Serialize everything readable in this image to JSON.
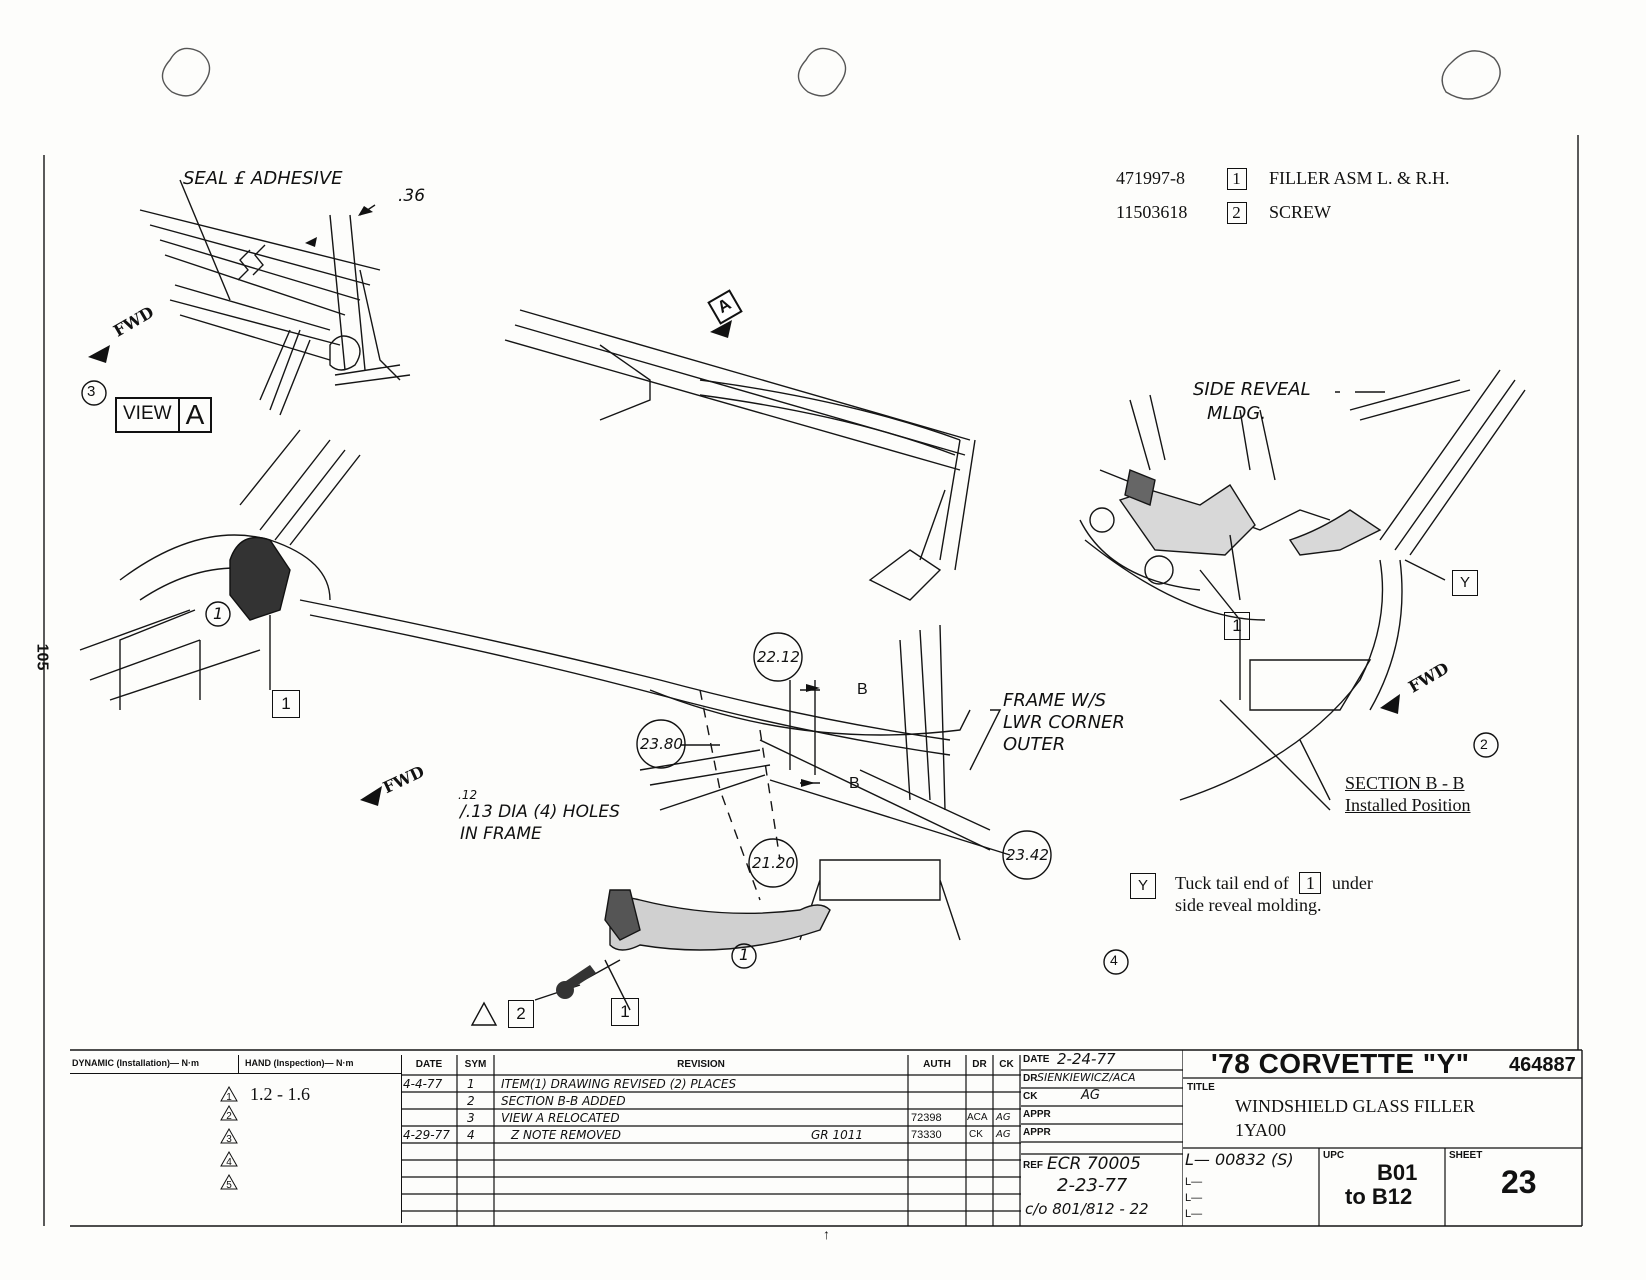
{
  "page_number": "105",
  "parts_list": [
    {
      "part_no": "471997-8",
      "item": "1",
      "description": "FILLER ASM L. & R.H."
    },
    {
      "part_no": "11503618",
      "item": "2",
      "description": "SCREW"
    }
  ],
  "callouts": {
    "seal_adhesive": "SEAL £ ADHESIVE",
    "dim_36": ".36",
    "fwd": "FWD",
    "view": "VIEW",
    "view_letter": "A",
    "circle_3": "3",
    "circle_1": "1",
    "circle_2": "2",
    "circle_4": "4",
    "box_1": "1",
    "box_2": "2",
    "box_y": "Y",
    "arrow_a": "A",
    "b": "B",
    "side_reveal": "SIDE  REVEAL",
    "mldg": "MLDG.",
    "frame_line1": "FRAME  W/S",
    "frame_line2": "LWR CORNER",
    "frame_line3": "OUTER",
    "holes_frac_top": ".12",
    "holes_line1": "/.13 DIA (4) HOLES",
    "holes_line2": "IN FRAME",
    "dim_2212": "22.12",
    "dim_2380": "23.80",
    "dim_2120": "21.20",
    "dim_2342": "23.42",
    "section_title": "SECTION  B - B",
    "section_sub": "Installed Position",
    "tuck_line1": "Tuck tail end of",
    "tuck_line1b": "under",
    "tuck_line2": "side reveal molding."
  },
  "torque": {
    "dynamic_header": "DYNAMIC (Installation)— N·m",
    "hand_header": "HAND (Inspection)— N·m",
    "symbols": [
      "1",
      "2",
      "3",
      "4",
      "5"
    ],
    "value_1": "1.2 - 1.6"
  },
  "revision_table": {
    "headers": [
      "DATE",
      "SYM",
      "REVISION",
      "AUTH",
      "DR",
      "CK"
    ],
    "rows": [
      {
        "date": "4-4-77",
        "sym": "1",
        "revision": "ITEM(1) DRAWING REVISED (2) PLACES",
        "gr": "",
        "auth": "",
        "dr": "",
        "ck": ""
      },
      {
        "date": "",
        "sym": "2",
        "revision": "SECTION B-B ADDED",
        "gr": "",
        "auth": "",
        "dr": "",
        "ck": ""
      },
      {
        "date": "",
        "sym": "3",
        "revision": "VIEW A RELOCATED",
        "gr": "",
        "auth": "72398",
        "dr": "ACA",
        "ck": "AG"
      },
      {
        "date": "4-29-77",
        "sym": "4",
        "revision": "Z NOTE REMOVED",
        "gr": "GR 1011",
        "auth": "73330",
        "dr": "CK",
        "ck": "AG"
      }
    ]
  },
  "approvals": {
    "date_label": "DATE",
    "date_value": "2-24-77",
    "dr_label": "DR",
    "dr_value": "SIENKIEWICZ/ACA",
    "ck_label": "CK",
    "ck_value": "AG",
    "appr_label": "APPR",
    "ref_label": "REF",
    "ref_line1": "ECR 70005",
    "ref_line2": "2-23-77",
    "ref_line3": "c/o 801/812 - 22"
  },
  "title_block": {
    "model": "'78 CORVETTE \"Y\"",
    "drawing_no": "464887",
    "title_label": "TITLE",
    "title_line1": "WINDSHIELD GLASS FILLER",
    "title_line2": "1YA00",
    "l_code": "L— 00832 (S)",
    "l_blank": "L—",
    "upc_label": "UPC",
    "upc_line1": "B01",
    "upc_line2": "to B12",
    "sheet_label": "SHEET",
    "sheet_value": "23"
  }
}
